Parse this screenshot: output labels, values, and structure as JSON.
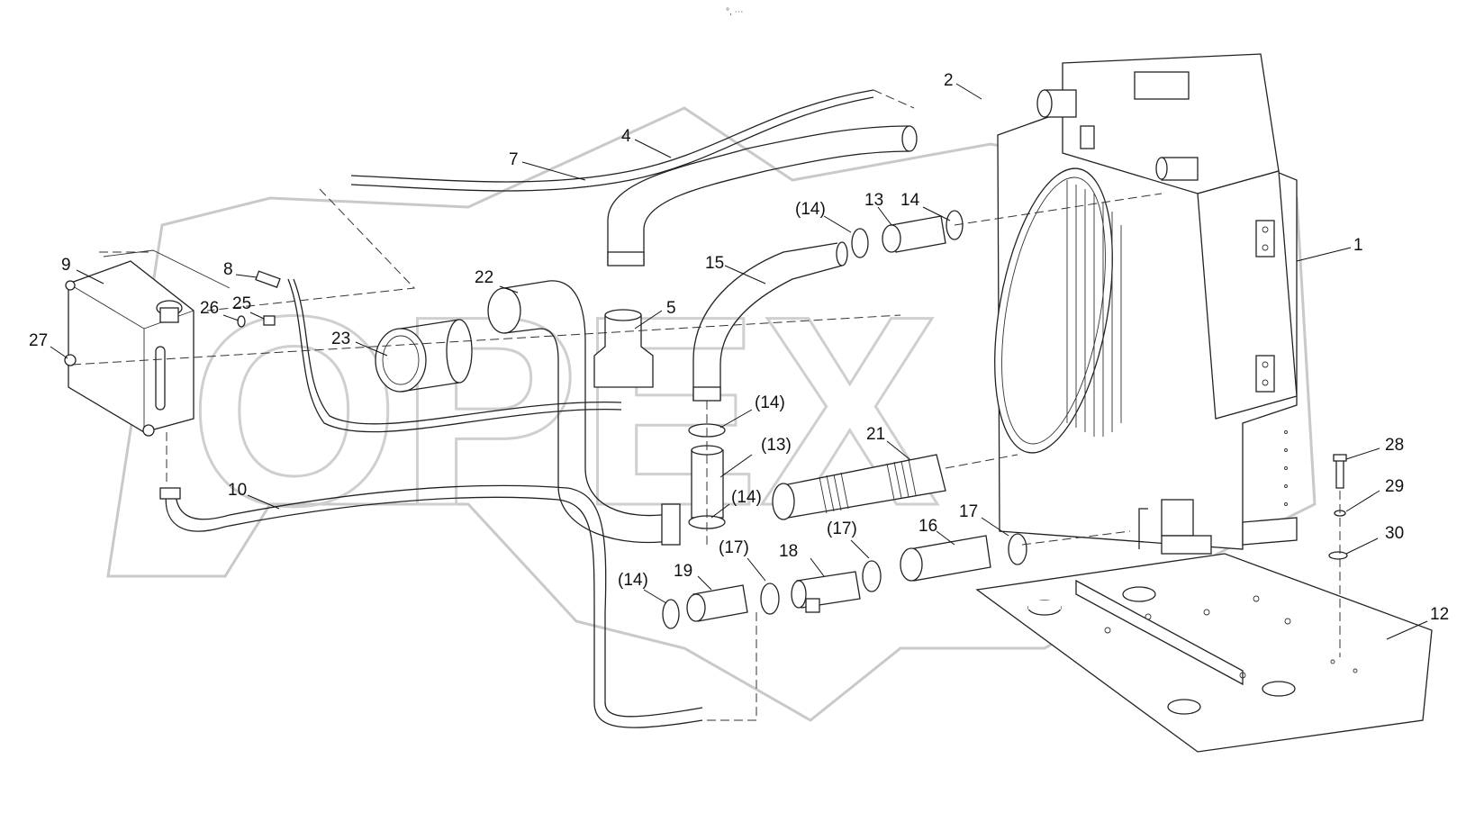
{
  "top_mark": "°, ⋯",
  "watermark": "OPEX",
  "callouts": [
    {
      "id": "c1",
      "text": "1"
    },
    {
      "id": "c2",
      "text": "2"
    },
    {
      "id": "c4",
      "text": "4"
    },
    {
      "id": "c5",
      "text": "5"
    },
    {
      "id": "c7",
      "text": "7"
    },
    {
      "id": "c8",
      "text": "8"
    },
    {
      "id": "c9",
      "text": "9"
    },
    {
      "id": "c10",
      "text": "10"
    },
    {
      "id": "c12",
      "text": "12"
    },
    {
      "id": "c13",
      "text": "13"
    },
    {
      "id": "c13b",
      "text": "(13)"
    },
    {
      "id": "c14a",
      "text": "(14)"
    },
    {
      "id": "c14b",
      "text": "14"
    },
    {
      "id": "c14c",
      "text": "(14)"
    },
    {
      "id": "c14d",
      "text": "(14)"
    },
    {
      "id": "c14e",
      "text": "(14)"
    },
    {
      "id": "c15",
      "text": "15"
    },
    {
      "id": "c16",
      "text": "16"
    },
    {
      "id": "c17a",
      "text": "17"
    },
    {
      "id": "c17b",
      "text": "(17)"
    },
    {
      "id": "c17c",
      "text": "(17)"
    },
    {
      "id": "c18",
      "text": "18"
    },
    {
      "id": "c19",
      "text": "19"
    },
    {
      "id": "c21",
      "text": "21"
    },
    {
      "id": "c22",
      "text": "22"
    },
    {
      "id": "c23",
      "text": "23"
    },
    {
      "id": "c25",
      "text": "25"
    },
    {
      "id": "c26",
      "text": "26"
    },
    {
      "id": "c27",
      "text": "27"
    },
    {
      "id": "c28",
      "text": "28"
    },
    {
      "id": "c29",
      "text": "29"
    },
    {
      "id": "c30",
      "text": "30"
    }
  ]
}
